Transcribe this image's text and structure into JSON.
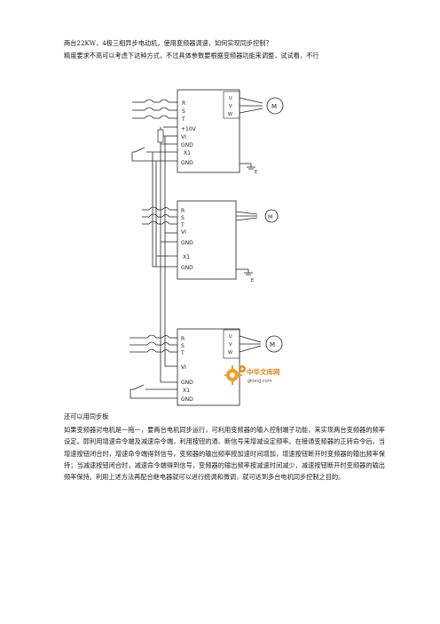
{
  "doc": {
    "line1": "两台22KW，4极三相异步电动机，使用变频器调速，如何实现同步控制？",
    "line2": "精度要求不高可以考虑下这种方式，不过具体参数要根据变频器功能来调整，试试看，不行",
    "caption": "还可以用同步板",
    "paragraph": "如果变频器对电机是一拖一，要两台电机同步运行，可利用变频器的输入控制端子功能，来实现两台变频器的频率设定。即利用增速命令端及减速命令端，利用按钮的通、断信号来增减设定频率。在接通变频器的正转命令后，当增速按钮闭合时，增速命令端得到信号，变频器的输出频率按加速时间增加，增速按钮断开时变频器的输出频率保持；当减速按钮闭合时，减速命令端得到信号，变频器的输出频率按减速时间减少，减速按钮断开时变频器的输出频率保持。利用上述方法再配合继电器就可以进行统调和微调，就可达到多台电机同步控制之目的。"
  },
  "diagram": {
    "vfd1": {
      "terminals": [
        "R",
        "S",
        "T",
        "+10V",
        "VI",
        "GND",
        "X1",
        "GND"
      ],
      "outputs": [
        "U",
        "V",
        "W"
      ],
      "motor": "M",
      "earth": "E"
    },
    "vfd2": {
      "terminals": [
        "R",
        "S",
        "T",
        "VI",
        "GND",
        "X1",
        "GND"
      ],
      "motor": "M",
      "earth": "E"
    },
    "vfd3": {
      "terminals": [
        "R",
        "S",
        "T",
        "VI",
        "GND",
        "X1",
        "GND"
      ],
      "outputs": [
        "U",
        "V",
        "W"
      ],
      "motor": "M"
    }
  },
  "watermark": {
    "text_cn": "中华文库网",
    "text_url": "gkong.com",
    "color_main": "#e08a1e",
    "color_gear": "#f0a020"
  }
}
